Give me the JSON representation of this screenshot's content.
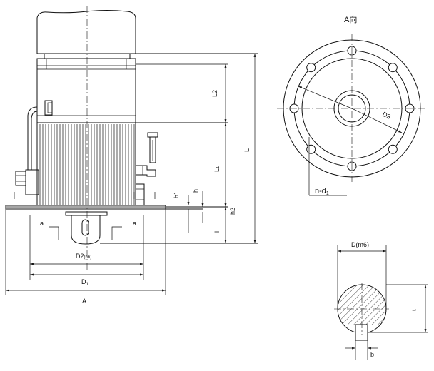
{
  "view_title": "A向",
  "labels": {
    "L": "L",
    "L1": "L",
    "L1_sub": "1",
    "L2": "L2",
    "h": "h",
    "h1": "h1",
    "h2": "h2",
    "l_side": "l",
    "l_left": "l",
    "l_right": "l",
    "a_left": "a",
    "a_right": "a",
    "D2": "D2",
    "D2_fit": "(h6)",
    "D1": "D",
    "D1_sub": "1",
    "A": "A",
    "D3": "D3",
    "n_d1": "n-d",
    "n_d1_sub": "1",
    "Dm6": "D(m6)",
    "t": "t",
    "b": "b"
  }
}
